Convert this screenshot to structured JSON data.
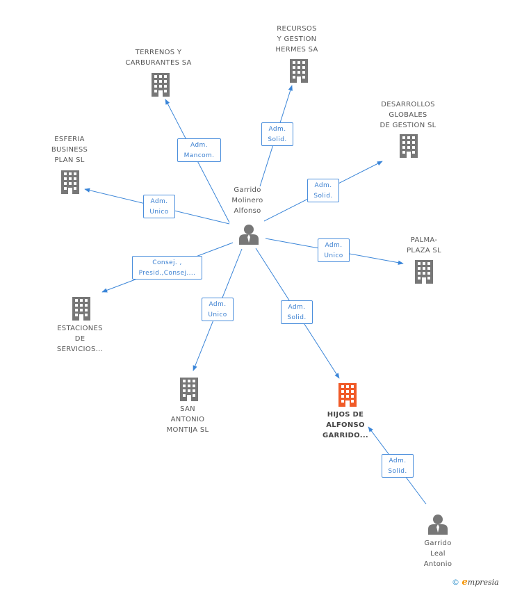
{
  "colors": {
    "edge": "#3a85d8",
    "company": "#777777",
    "company_focus": "#f05a28",
    "person": "#777777"
  },
  "nodes": {
    "terrenos": {
      "label": "TERRENOS Y\nCARBURANTES SA",
      "icon": "building-icon"
    },
    "recursos": {
      "label": "RECURSOS\nY GESTION\nHERMES SA",
      "icon": "building-icon"
    },
    "desarrollos": {
      "label": "DESARROLLOS\nGLOBALES\nDE GESTION SL",
      "icon": "building-icon"
    },
    "esferia": {
      "label": "ESFERIA\nBUSINESS\nPLAN SL",
      "icon": "building-icon"
    },
    "palma": {
      "label": "PALMA-\nPLAZA SL",
      "icon": "building-icon"
    },
    "estaciones": {
      "label": "ESTACIONES\nDE\nSERVICIOS...",
      "icon": "building-icon"
    },
    "sanantonio": {
      "label": "SAN\nANTONIO\nMONTIJA SL",
      "icon": "building-icon"
    },
    "hijos": {
      "label": "HIJOS DE\nALFONSO\nGARRIDO...",
      "icon": "building-icon"
    },
    "garrido_molinero": {
      "label": "Garrido\nMolinero\nAlfonso",
      "icon": "person-icon"
    },
    "garrido_leal": {
      "label": "Garrido\nLeal\nAntonio",
      "icon": "person-icon"
    }
  },
  "edges": {
    "terrenos": "Adm.\nMancom.",
    "recursos": "Adm.\nSolid.",
    "desarrollos": "Adm.\nSolid.",
    "esferia": "Adm.\nUnico",
    "palma": "Adm.\nUnico",
    "estaciones": "Consej. ,\nPresid.,Consej....",
    "sanantonio": "Adm.\nUnico",
    "hijos": "Adm.\nSolid.",
    "leal_hijos": "Adm.\nSolid."
  },
  "footer": {
    "copyright": "©",
    "brand_initial": "e",
    "brand_rest": "mpresia"
  }
}
